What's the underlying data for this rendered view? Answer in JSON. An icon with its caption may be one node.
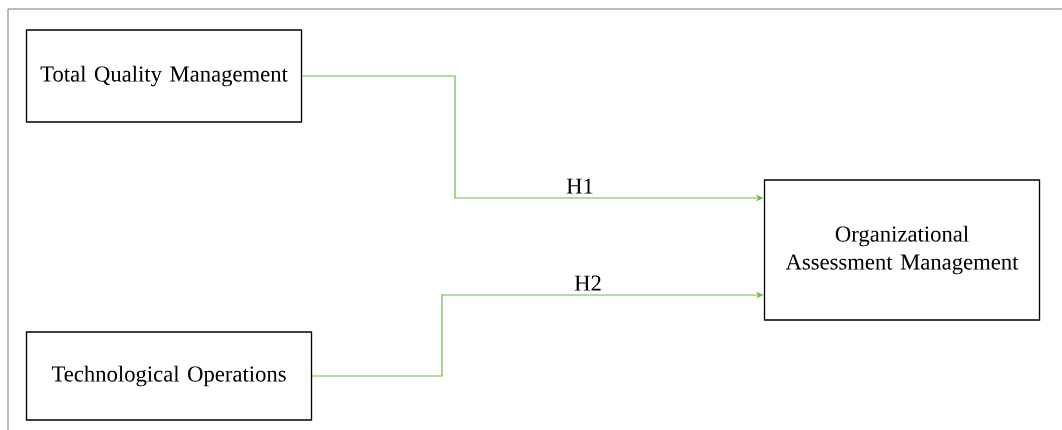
{
  "diagram": {
    "nodes": [
      {
        "text": [
          "Total Quality Management"
        ]
      },
      {
        "text": [
          "Technological Operations"
        ]
      },
      {
        "text": [
          "Organizational Assessment Management"
        ]
      }
    ],
    "edges": [
      {
        "from": 0,
        "to": 2,
        "arrow": "to",
        "label": "H1",
        "color": "#6fb944"
      },
      {
        "from": 1,
        "to": 2,
        "arrow": "to",
        "label": "H2",
        "color": "#6fb944"
      }
    ]
  }
}
